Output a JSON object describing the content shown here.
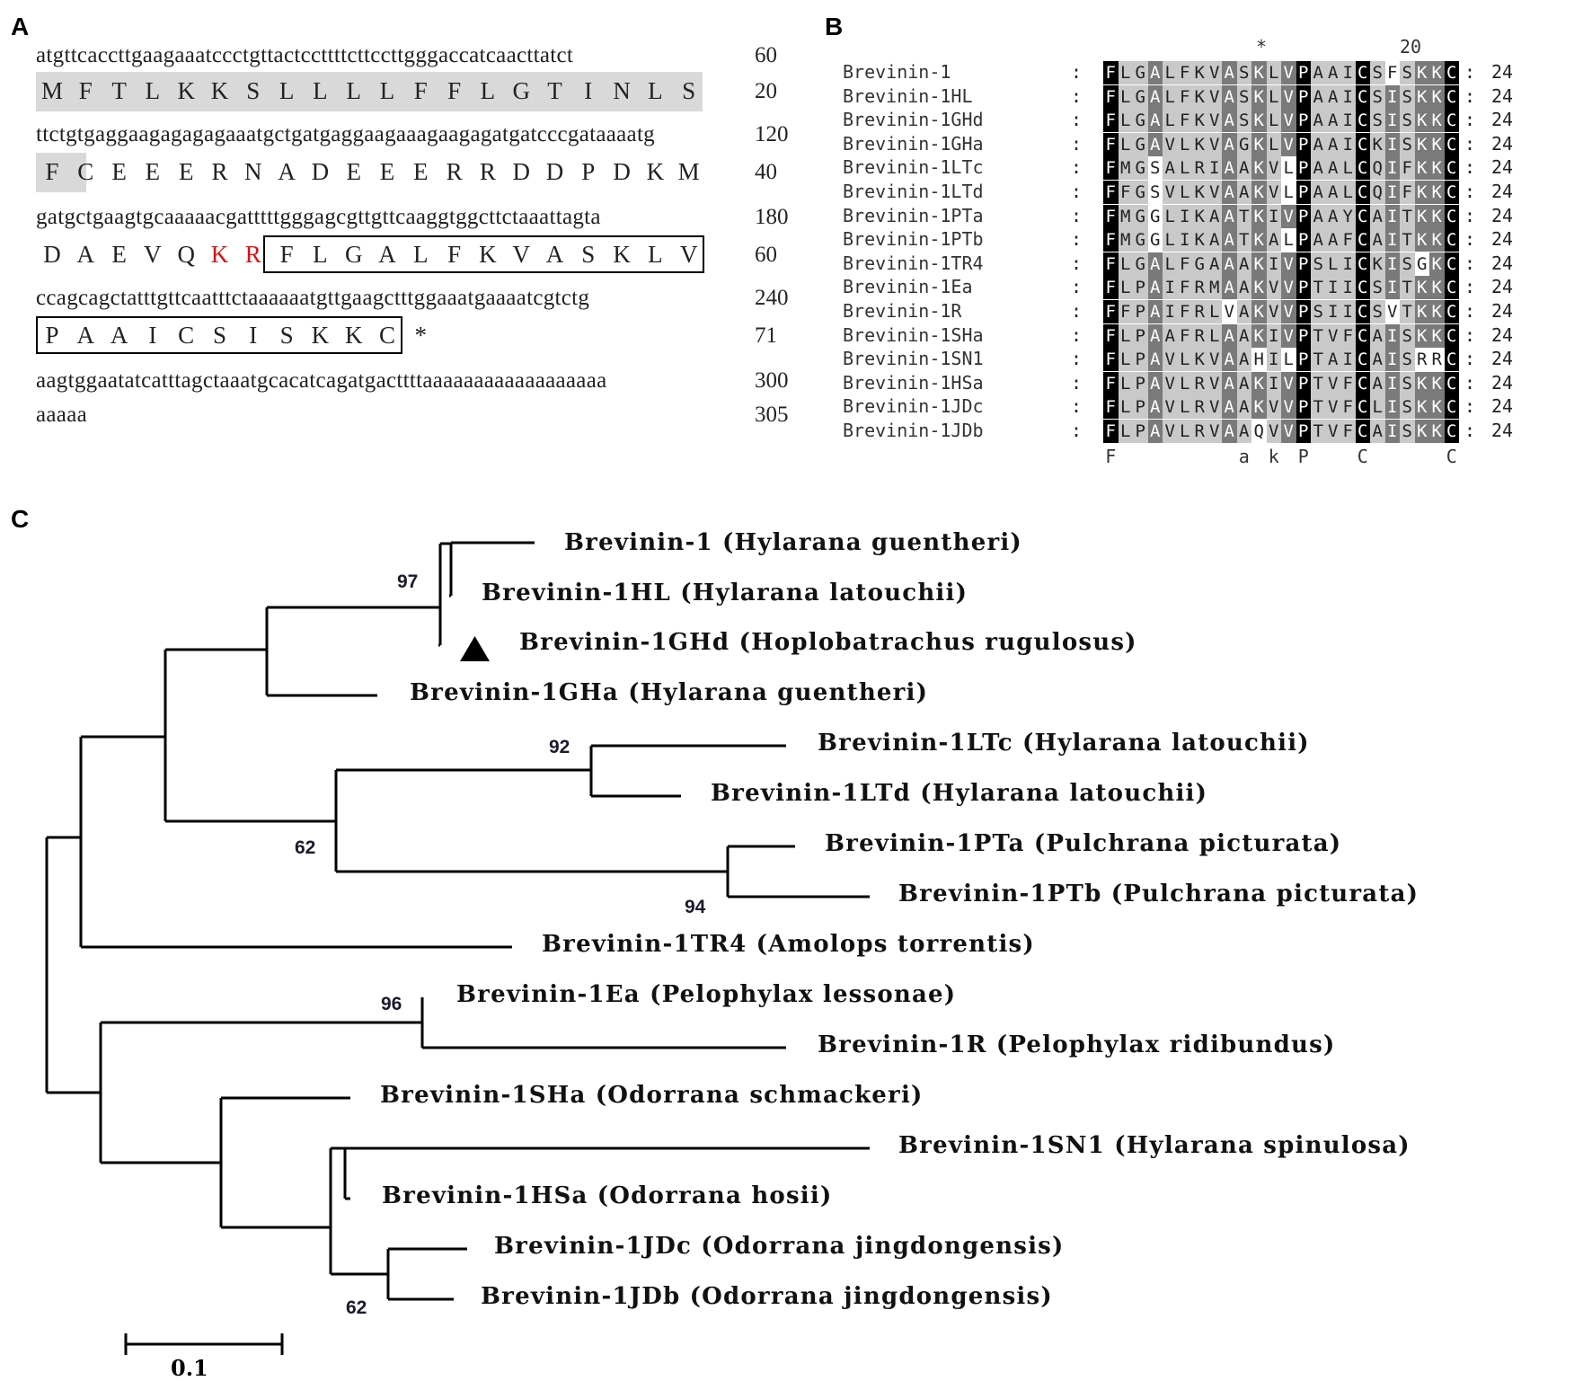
{
  "panel_a": {
    "label": "A",
    "rows": [
      {
        "type": "nt",
        "seq": "atgttcaccttgaagaaatccctgttactccttttcttccttgggaccatcaacttatct",
        "num": "60"
      },
      {
        "type": "aa",
        "residues": [
          "M",
          "F",
          "T",
          "L",
          "K",
          "K",
          "S",
          "L",
          "L",
          "L",
          "L",
          "F",
          "F",
          "L",
          "G",
          "T",
          "I",
          "N",
          "L",
          "S"
        ],
        "num": "20"
      },
      {
        "type": "nt",
        "seq": "ttctgtgaggaagagagagaaatgctgatgaggaagaaagaagagatgatcccgataaaatg",
        "num": "120"
      },
      {
        "type": "aa",
        "residues": [
          "F",
          "C",
          "E",
          "E",
          "E",
          "R",
          "N",
          "A",
          "D",
          "E",
          "E",
          "E",
          "R",
          "R",
          "D",
          "D",
          "P",
          "D",
          "K",
          "M"
        ],
        "num": "40"
      },
      {
        "type": "nt",
        "seq": "gatgctgaagtgcaaaaacgatttttgggagcgttgttcaaggtggcttctaaattagta",
        "num": "180"
      },
      {
        "type": "aa",
        "residues": [
          "D",
          "A",
          "E",
          "V",
          "Q",
          "K",
          "R",
          "F",
          "L",
          "G",
          "A",
          "L",
          "F",
          "K",
          "V",
          "A",
          "S",
          "K",
          "L",
          "V"
        ],
        "num": "60"
      },
      {
        "type": "nt",
        "seq": "ccagcagctatttgttcaatttctaaaaaatgttgaagctttggaaatgaaaatcgtctg",
        "num": "240"
      },
      {
        "type": "aa",
        "residues": [
          "P",
          "A",
          "A",
          "I",
          "C",
          "S",
          "I",
          "S",
          "K",
          "K",
          "C",
          "*"
        ],
        "num": "71"
      },
      {
        "type": "nt",
        "seq": "aagtggaatatcatttagctaaatgcacatcagatgacttttaaaaaaaaaaaaaaaaaa",
        "num": "300"
      },
      {
        "type": "nt",
        "seq": "aaaaa",
        "num": "305"
      }
    ]
  },
  "panel_b": {
    "label": "B",
    "header_star": "*",
    "header_20": "20",
    "consensus": [
      "F",
      "",
      "",
      "",
      "",
      "",
      "",
      "",
      "",
      "a",
      "",
      "k",
      "",
      "P",
      "",
      "",
      "",
      "C",
      "",
      "",
      "",
      "",
      "",
      "C"
    ],
    "rows": [
      {
        "name": "Brevinin-1",
        "seq": "FLGALFKVASKLVPAAICSFSKKC",
        "len": "24"
      },
      {
        "name": "Brevinin-1HL",
        "seq": "FLGALFKVASKLVPAAICSISKKC",
        "len": "24"
      },
      {
        "name": "Brevinin-1GHd",
        "seq": "FLGALFKVASKLVPAAICSISKKC",
        "len": "24"
      },
      {
        "name": "Brevinin-1GHa",
        "seq": "FLGAVLKVAGKLVPAAICKISKKC",
        "len": "24"
      },
      {
        "name": "Brevinin-1LTc",
        "seq": "FMGSALRIAAKVLPAALCQIFKKC",
        "len": "24"
      },
      {
        "name": "Brevinin-1LTd",
        "seq": "FFGSVLKVAAKVLPAALCQIFKKC",
        "len": "24"
      },
      {
        "name": "Brevinin-1PTa",
        "seq": "FMGGLIKAATKIVPAAYCAITKKC",
        "len": "24"
      },
      {
        "name": "Brevinin-1PTb",
        "seq": "FMGGLIKAATKALPAAFCAITKKC",
        "len": "24"
      },
      {
        "name": "Brevinin-1TR4",
        "seq": "FLGALFGAAAKIVPSLICKISGKC",
        "len": "24"
      },
      {
        "name": "Brevinin-1Ea",
        "seq": "FLPAIFRMAAKVVPTIICSITKKC",
        "len": "24"
      },
      {
        "name": "Brevinin-1R",
        "seq": "FFPAIFRLVAKVVPSIICSVTKKC",
        "len": "24"
      },
      {
        "name": "Brevinin-1SHa",
        "seq": "FLPAAFRLAAKIVPTVFCAISKKC",
        "len": "24"
      },
      {
        "name": "Brevinin-1SN1",
        "seq": "FLPAVLKVAAHILPTAICAISRRC",
        "len": "24"
      },
      {
        "name": "Brevinin-1HSa",
        "seq": "FLPAVLRVAAKIVPTVFCAISKKC",
        "len": "24"
      },
      {
        "name": "Brevinin-1JDc",
        "seq": "FLPAVLRVAAKVVPTVFCLISKKC",
        "len": "24"
      },
      {
        "name": "Brevinin-1JDb",
        "seq": "FLPAVLRVAAQVVPTVFCAISKKC",
        "len": "24"
      }
    ]
  },
  "panel_c": {
    "label": "C",
    "leaves": [
      "Brevinin-1 (Hylarana guentheri)",
      "Brevinin-1HL (Hylarana latouchii)",
      "Brevinin-1GHd (Hoplobatrachus rugulosus)",
      "Brevinin-1GHa (Hylarana guentheri)",
      "Brevinin-1LTc (Hylarana latouchii)",
      "Brevinin-1LTd (Hylarana latouchii)",
      "Brevinin-1PTa (Pulchrana picturata)",
      "Brevinin-1PTb (Pulchrana picturata)",
      "Brevinin-1TR4 (Amolops torrentis)",
      "Brevinin-1Ea (Pelophylax lessonae)",
      "Brevinin-1R (Pelophylax ridibundus)",
      "Brevinin-1SHa (Odorrana schmackeri)",
      "Brevinin-1SN1 (Hylarana spinulosa)",
      "Brevinin-1HSa (Odorrana hosii)",
      "Brevinin-1JDc (Odorrana jingdongensis)",
      "Brevinin-1JDb (Odorrana jingdongensis)"
    ],
    "bootstraps": [
      "97",
      "92",
      "62",
      "94",
      "96",
      "62"
    ],
    "scale": "0.1",
    "highlight_marker": "triangle-icon"
  }
}
